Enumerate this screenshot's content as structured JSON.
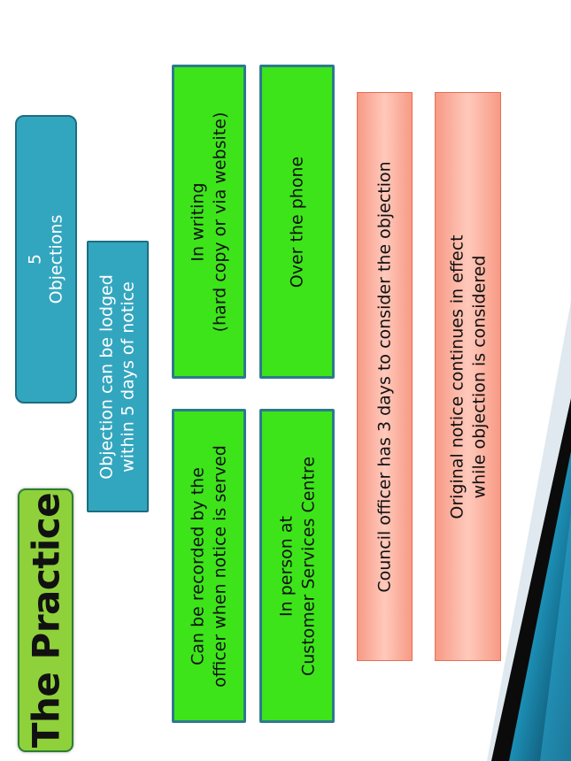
{
  "title": "The Practice",
  "header": {
    "line1": "5",
    "line2": "Objections"
  },
  "lodged": {
    "line1": "Objection can be lodged",
    "line2": "within 5 days of notice"
  },
  "methods": [
    {
      "line1": "In writing",
      "line2": "(hard copy or via website)"
    },
    {
      "line1": "Over the phone",
      "line2": ""
    },
    {
      "line1": "Can be recorded by the",
      "line2": "officer when notice is served"
    },
    {
      "line1": "In person at",
      "line2": "Customer Services Centre"
    }
  ],
  "notes": [
    {
      "line1": "Council officer has 3 days to consider the objection",
      "line2": ""
    },
    {
      "line1": "Original notice continues in effect",
      "line2": "while objection is considered"
    }
  ],
  "colors": {
    "title_bg": "#8fd13a",
    "teal": "#33a6bf",
    "green": "#3de41a",
    "salmon": "#f79a85",
    "deco_blue": "#1c8fb5"
  }
}
